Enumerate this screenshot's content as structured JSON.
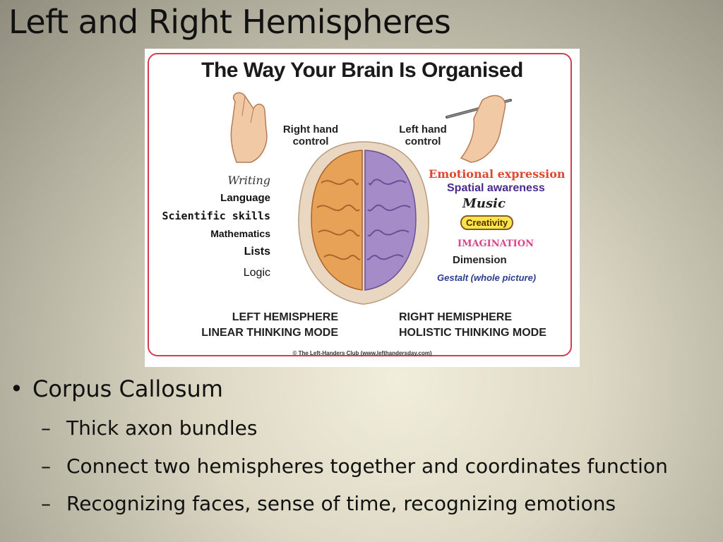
{
  "slide": {
    "title": "Left and Right Hemispheres"
  },
  "figure": {
    "title": "The Way Your Brain Is Organised",
    "right_hand_label": "Right hand\ncontrol",
    "left_hand_label": "Left hand\ncontrol",
    "left_items": [
      "Writing",
      "Language",
      "Scientific skills",
      "Mathematics",
      "Lists",
      "Logic"
    ],
    "right_items": [
      "Emotional expression",
      "Spatial awareness",
      "Music",
      "Creativity",
      "IMAGINATION",
      "Dimension",
      "Gestalt (whole picture)"
    ],
    "left_hemisphere_label": "LEFT HEMISPHERE\nLINEAR THINKING MODE",
    "right_hemisphere_label": "RIGHT HEMISPHERE\nHOLISTIC THINKING MODE",
    "copyright": "© The Left-Handers Club (www.lefthandersday.com)"
  },
  "bullets": {
    "main": "Corpus Callosum",
    "bullet_glyph": "•",
    "dash_glyph": "–",
    "sub_items": [
      "Thick axon bundles",
      "Connect two hemispheres together and coordinates function",
      "Recognizing faces, sense of time, recognizing emotions"
    ]
  },
  "colors": {
    "frame": "#d63b52",
    "left_brain": "#e8a258",
    "right_brain": "#a58bc8",
    "emotional": "#e0482e",
    "spatial": "#4a2a8a",
    "imagination": "#d94488",
    "gestalt": "#2a3e8c"
  }
}
